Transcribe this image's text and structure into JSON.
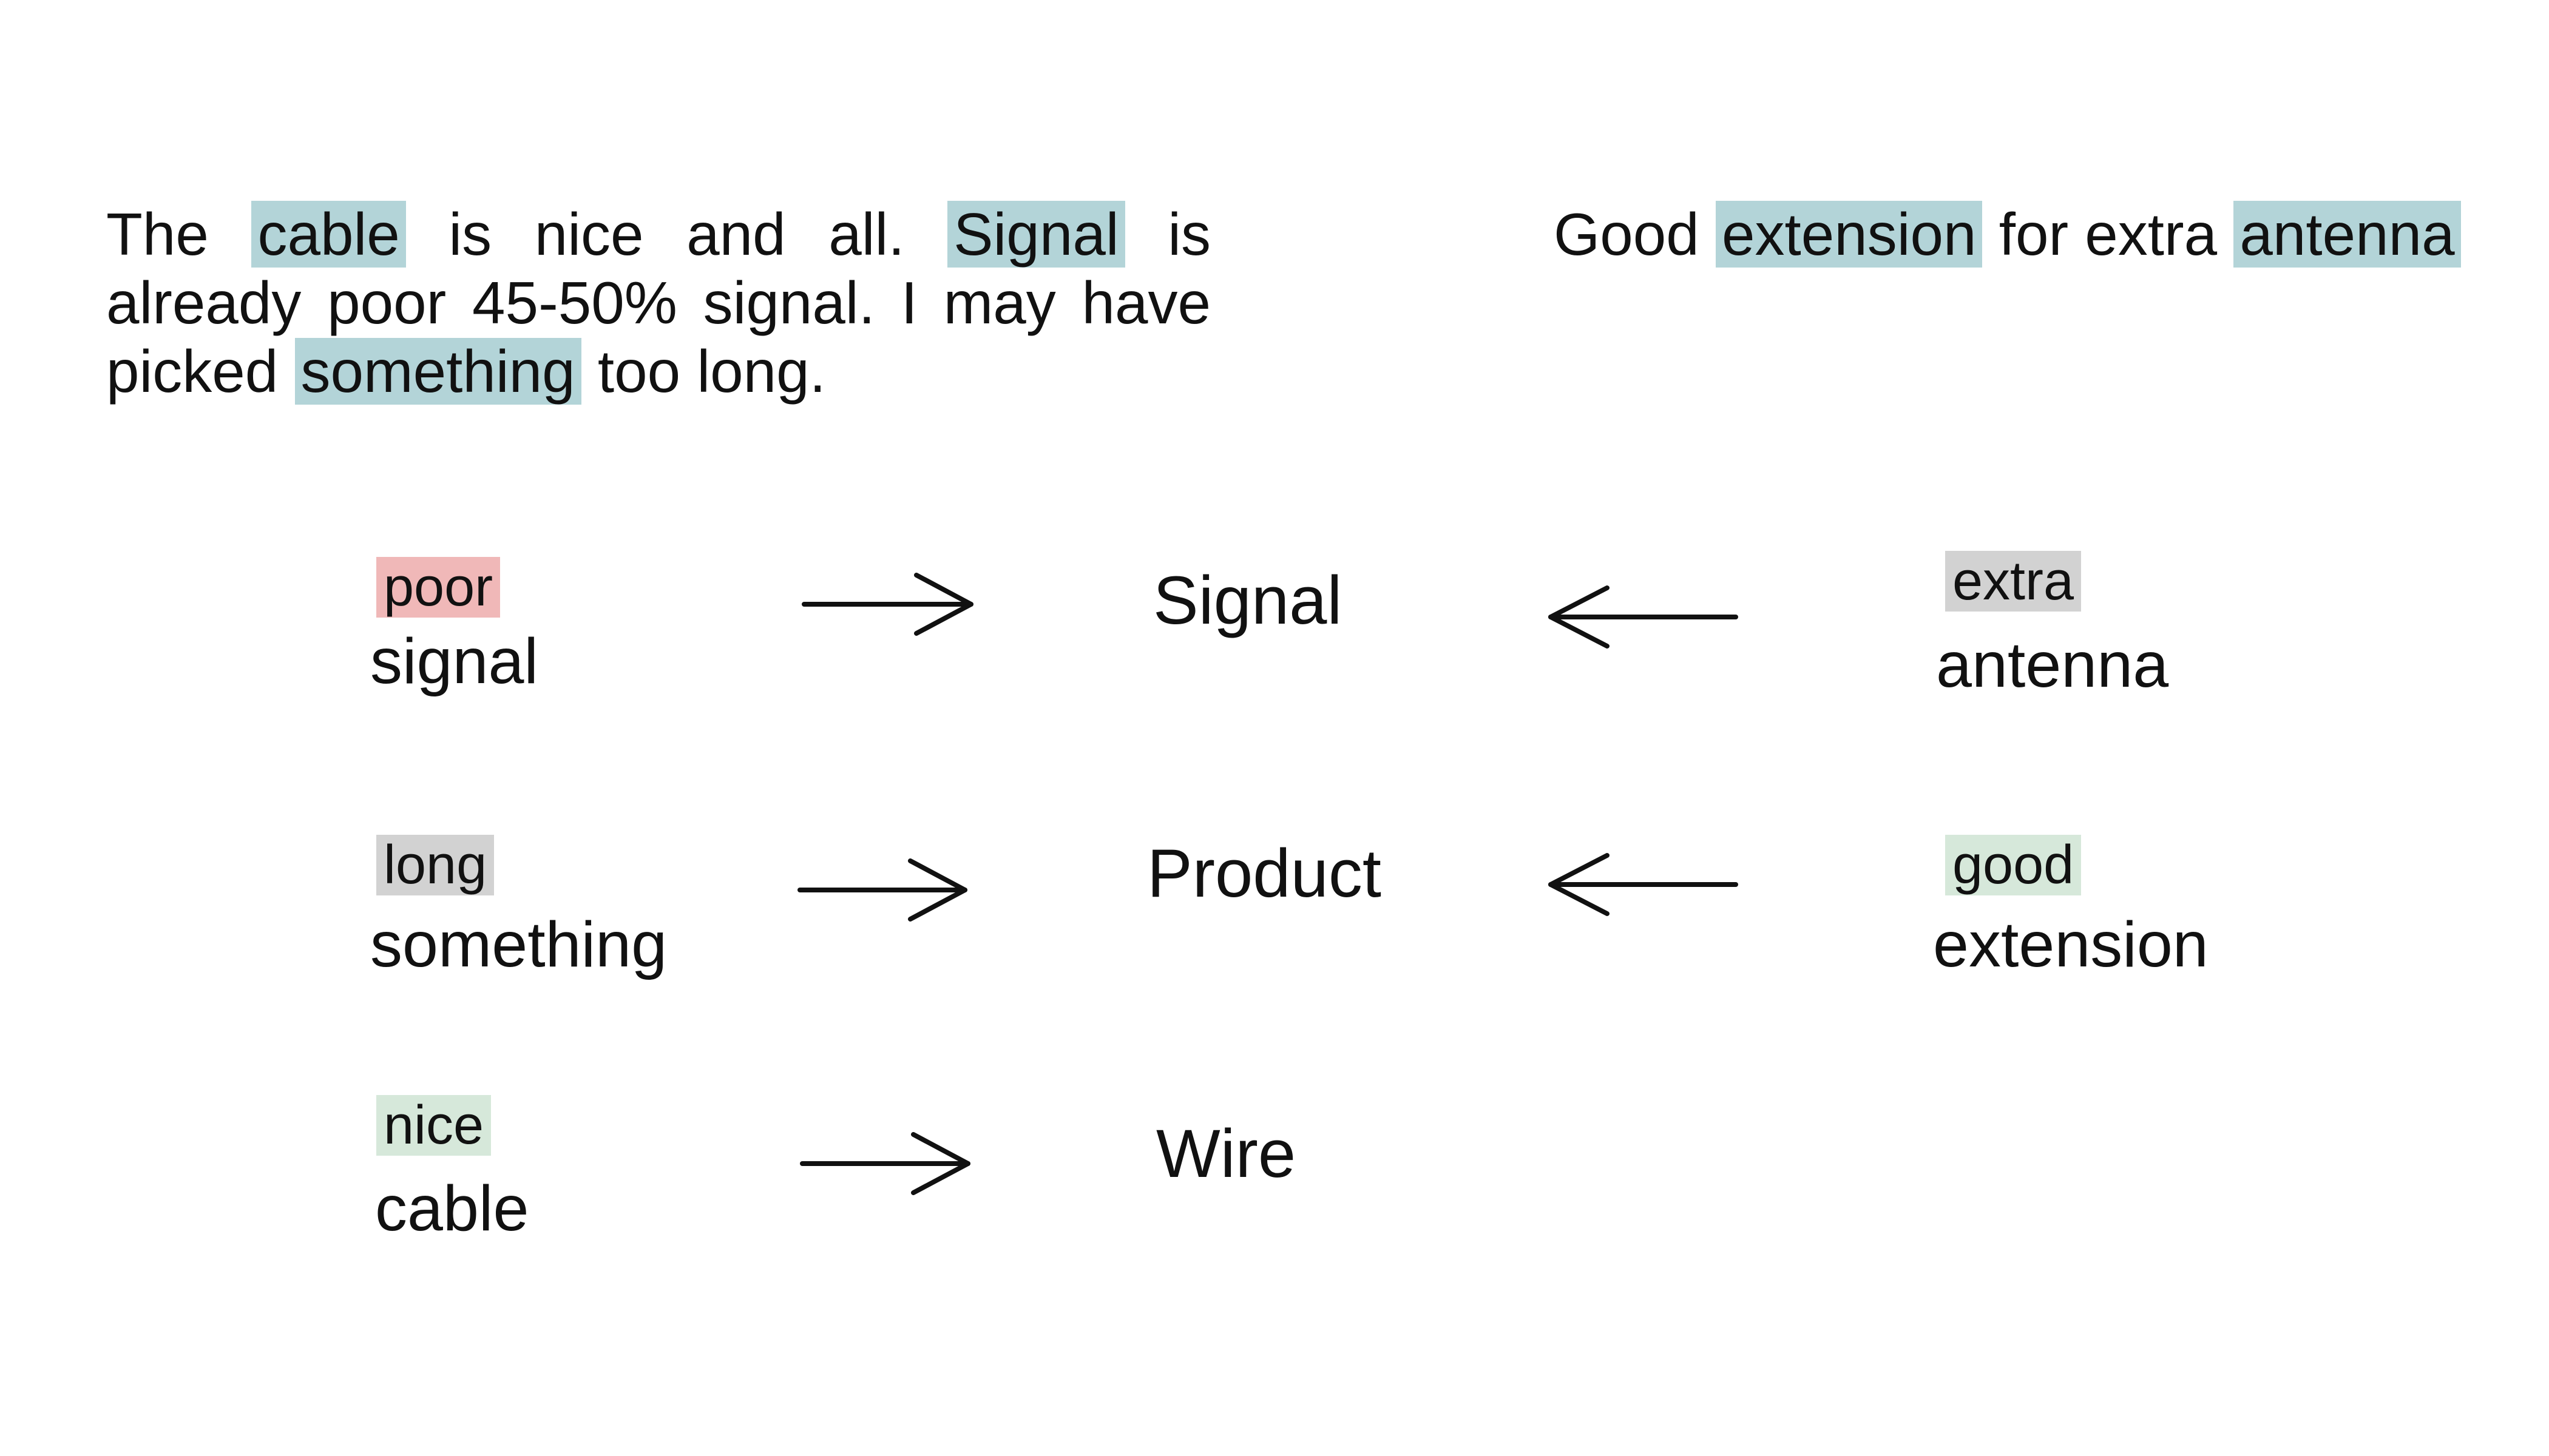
{
  "colors": {
    "aspect_highlight": "#b3d4d8",
    "negative": "#f0b8b8",
    "neutral": "#d2d2d2",
    "positive": "#d6e8da",
    "ink": "#111111"
  },
  "review_left": {
    "t1": "The ",
    "hl1": "cable",
    "t2": " is nice and all. ",
    "hl2": "Signal",
    "t3": " is already poor 45-50% signal. I may have picked ",
    "hl3": "something",
    "t4": " too long."
  },
  "review_right": {
    "t1": "Good ",
    "hl1": "extension",
    "t2": " for extra ",
    "hl2": "antenna"
  },
  "rows": [
    {
      "left_modifier": "poor",
      "left_modifier_sentiment": "negative",
      "left_head": "signal",
      "aspect": "Signal",
      "right_modifier": "extra",
      "right_modifier_sentiment": "neutral",
      "right_head": "antenna"
    },
    {
      "left_modifier": "long",
      "left_modifier_sentiment": "neutral",
      "left_head": "something",
      "aspect": "Product",
      "right_modifier": "good",
      "right_modifier_sentiment": "positive",
      "right_head": "extension"
    },
    {
      "left_modifier": "nice",
      "left_modifier_sentiment": "positive",
      "left_head": "cable",
      "aspect": "Wire"
    }
  ]
}
